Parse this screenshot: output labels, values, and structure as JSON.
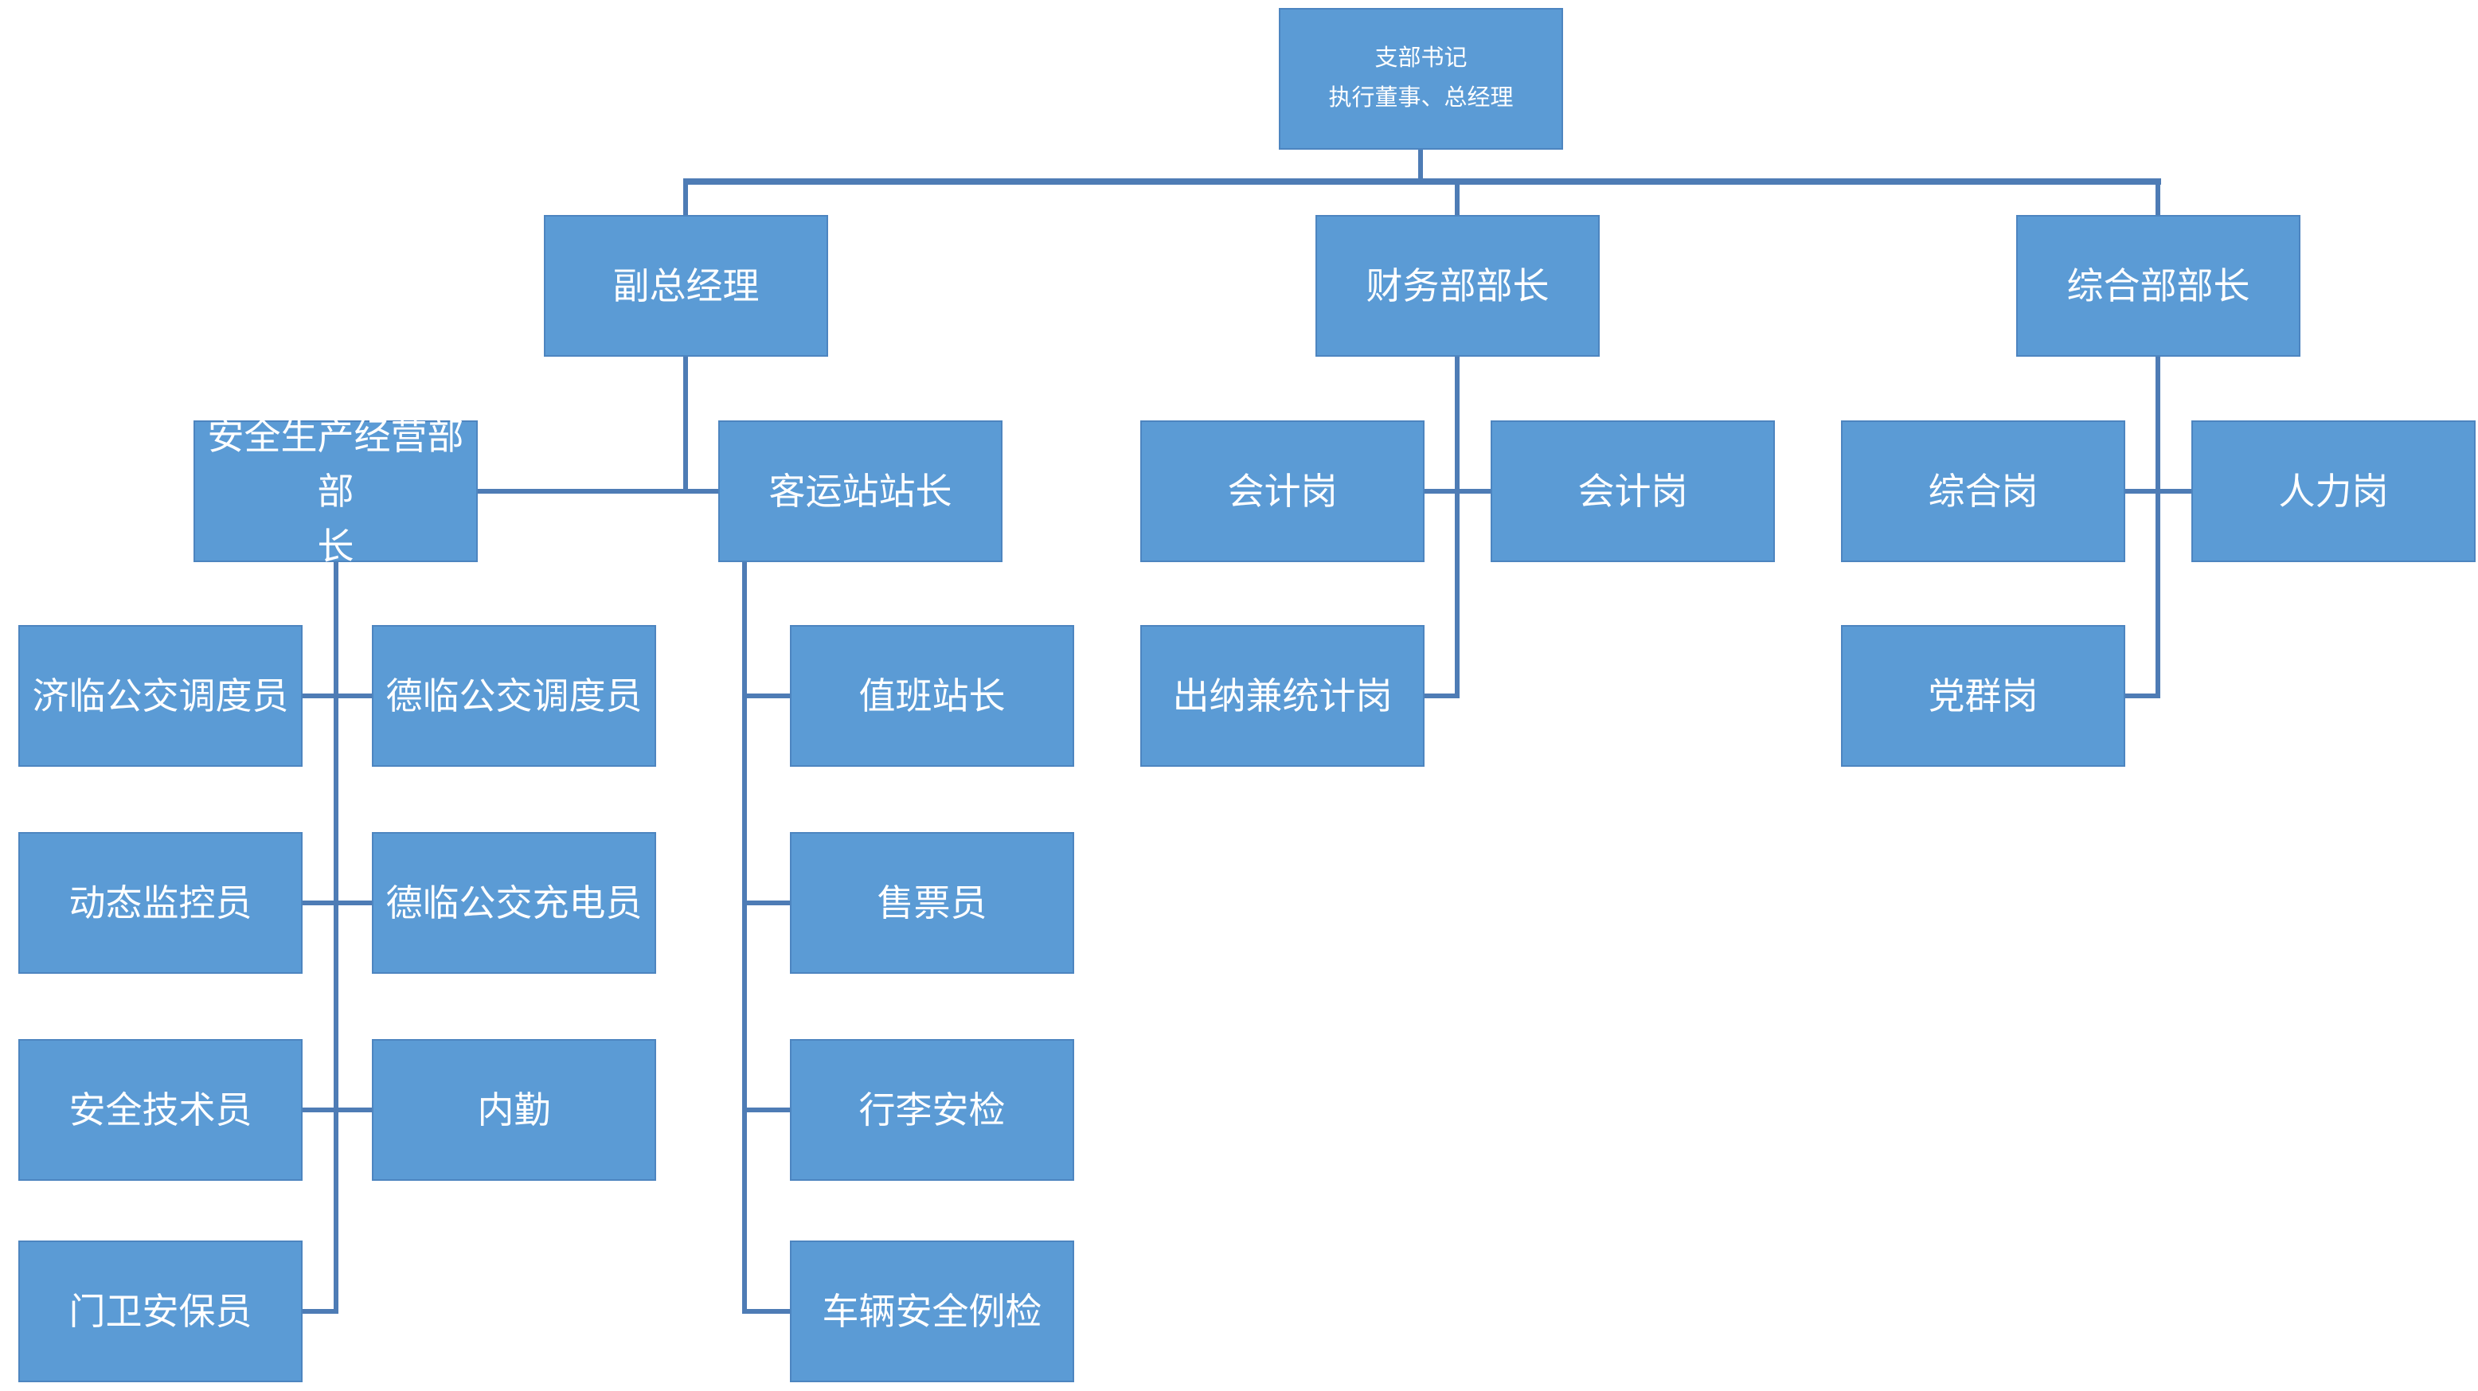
{
  "colors": {
    "box_fill": "#5B9BD5",
    "box_border": "#4d85c0",
    "connector": "#4e7cb5",
    "text": "#ffffff",
    "background": "#ffffff"
  },
  "nodes": {
    "root": "支部书记\n执行董事、总经理",
    "deputy_gm": "副总经理",
    "finance_head": "财务部部长",
    "general_head": "综合部部长",
    "safety_head": "安全生产经营部部\n长",
    "station_master": "客运站站长",
    "accounting_1": "会计岗",
    "accounting_2": "会计岗",
    "general_post": "综合岗",
    "hr_post": "人力岗",
    "jilin_dispatcher": "济临公交调度员",
    "delin_dispatcher": "德临公交调度员",
    "dynamic_monitor": "动态监控员",
    "delin_charger": "德临公交充电员",
    "safety_technician": "安全技术员",
    "office_clerk": "内勤",
    "gate_guard": "门卫安保员",
    "duty_master": "值班站长",
    "ticket_seller": "售票员",
    "luggage_check": "行李安检",
    "vehicle_check": "车辆安全例检",
    "cashier_stat": "出纳兼统计岗",
    "party_post": "党群岗"
  },
  "hierarchy": {
    "root": {
      "children": [
        "deputy_gm",
        "finance_head",
        "general_head"
      ]
    },
    "deputy_gm": {
      "children": [
        "safety_head",
        "station_master"
      ]
    },
    "finance_head": {
      "children": [
        "accounting_1",
        "accounting_2",
        "cashier_stat"
      ]
    },
    "general_head": {
      "children": [
        "general_post",
        "hr_post",
        "party_post"
      ]
    },
    "safety_head": {
      "children": [
        "jilin_dispatcher",
        "delin_dispatcher",
        "dynamic_monitor",
        "delin_charger",
        "safety_technician",
        "office_clerk",
        "gate_guard"
      ]
    },
    "station_master": {
      "children": [
        "duty_master",
        "ticket_seller",
        "luggage_check",
        "vehicle_check"
      ]
    }
  }
}
